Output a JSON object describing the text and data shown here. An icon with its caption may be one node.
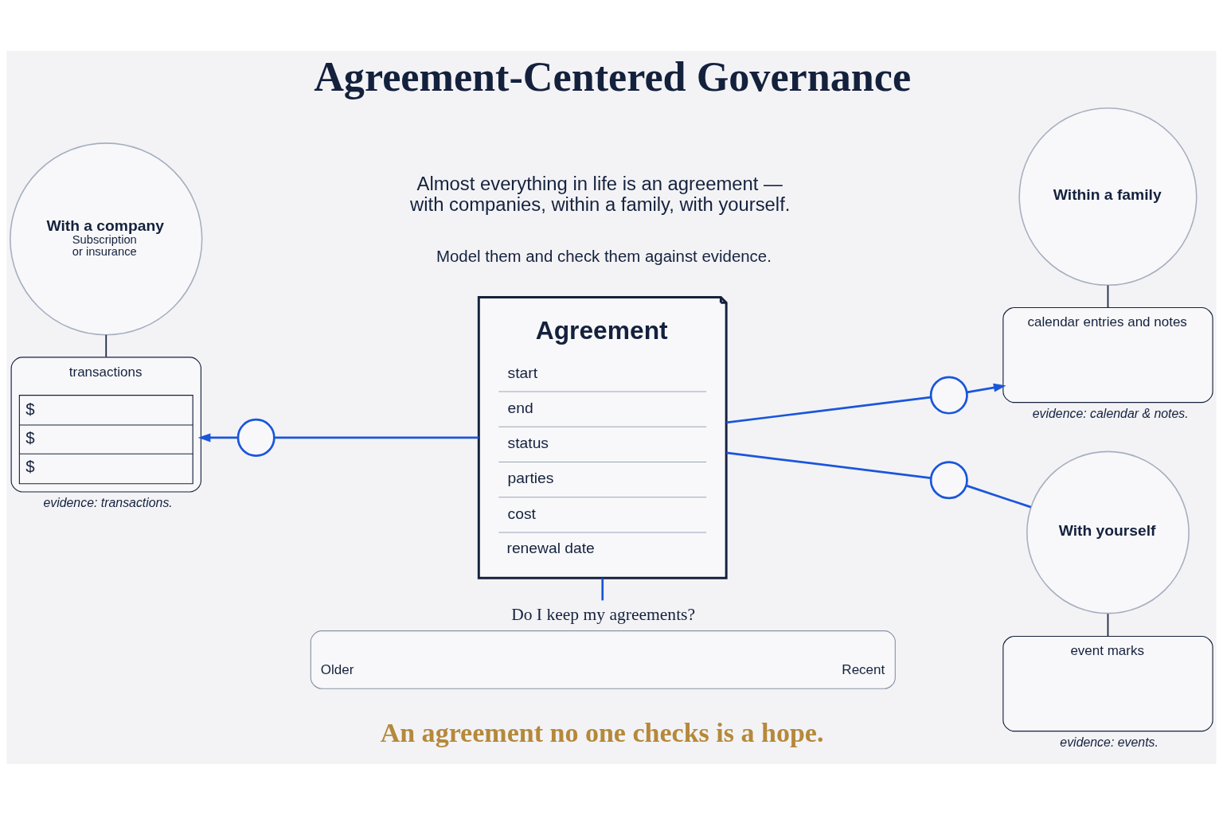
{
  "diagram": {
    "title": "Agreement-Centered Governance",
    "caption": "An agreement no one checks is a hope.",
    "nodes": [
      {
        "text": [
          "With a company",
          "Subscription or insurance"
        ]
      },
      {
        "text": [
          "Agreement",
          "start",
          "end",
          "status",
          "parties",
          "cost",
          "renewal date"
        ]
      },
      {
        "text": [
          "Within a family"
        ]
      },
      {
        "text": [
          "transactions",
          "$",
          "$",
          "$"
        ],
        "beside": [
          "evidence: transactions."
        ]
      },
      {
        "text": [],
        "shape": "circle"
      },
      {
        "text": [],
        "shape": "circle"
      },
      {
        "text": [
          "calendar entries and notes"
        ],
        "beside": [
          "evidence: calendar & notes."
        ]
      },
      {
        "text": [
          "With yourself"
        ]
      },
      {
        "text": [],
        "shape": "circle"
      },
      {
        "text": [
          "event marks"
        ],
        "beside": [
          "evidence: events."
        ]
      },
      {
        "text": [
          "Do I keep my agreements?",
          "Older",
          "Recent"
        ]
      }
    ],
    "edges": [
      {
        "from": 0,
        "to": 3,
        "arrow": "none",
        "color": "#1e2a44"
      },
      {
        "from": 2,
        "to": 6,
        "arrow": "none",
        "color": "#1e2a44"
      },
      {
        "from": 4,
        "to": 1,
        "arrow": "none"
      },
      {
        "from": 4,
        "to": 3,
        "arrow": "to"
      },
      {
        "from": 1,
        "to": 5,
        "arrow": "none"
      },
      {
        "from": 5,
        "to": 6,
        "arrow": "to"
      },
      {
        "from": 1,
        "to": 10,
        "arrow": "none"
      },
      {
        "from": 1,
        "to": 8,
        "arrow": "none"
      },
      {
        "from": 8,
        "to": 7,
        "arrow": "none"
      },
      {
        "from": 7,
        "to": 9,
        "arrow": "none",
        "color": "#1e2a44"
      }
    ],
    "labels": [
      "Almost everything in life is an agreement — with companies, within a family, with yourself.",
      "Model them and check them against evidence."
    ]
  }
}
